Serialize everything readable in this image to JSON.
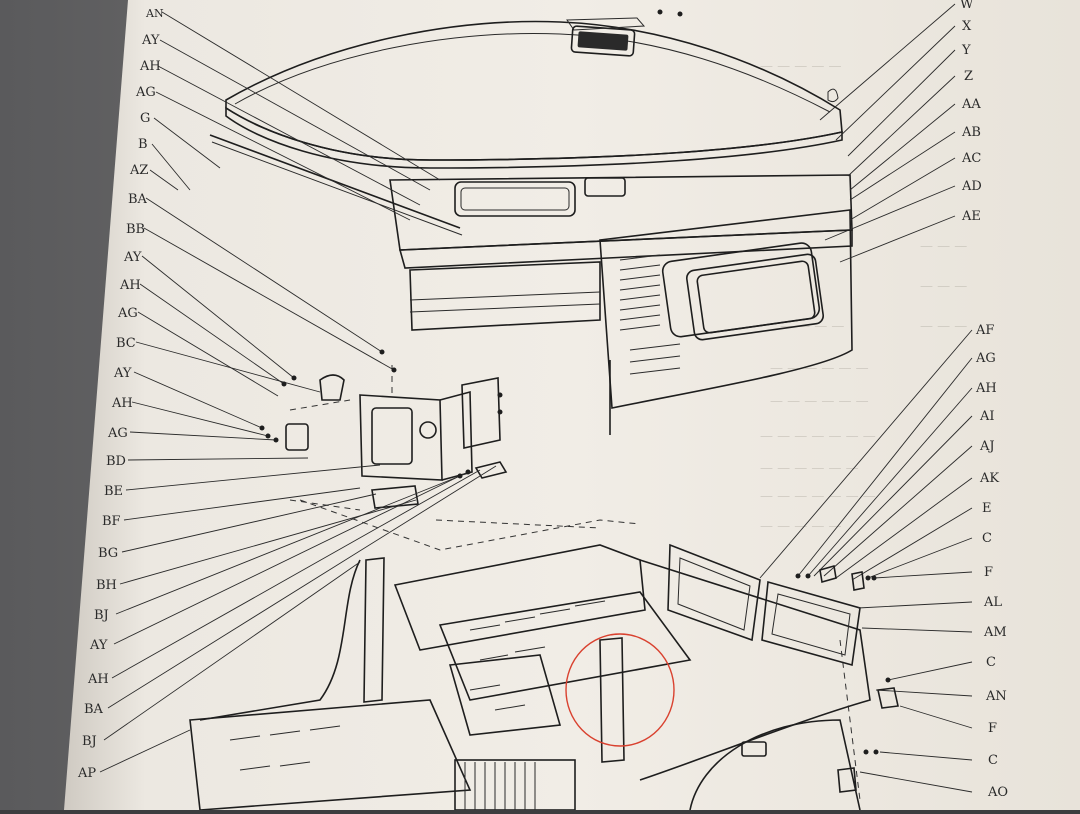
{
  "callouts_left": [
    "AN",
    "AY",
    "AH",
    "AG",
    "G",
    "B",
    "AZ",
    "BA",
    "BB",
    "AY",
    "AH",
    "AG",
    "BC",
    "AY",
    "AH",
    "AG",
    "BD",
    "BE",
    "BF",
    "BG",
    "BH",
    "BJ",
    "AY",
    "AH",
    "BA",
    "BJ",
    "AP"
  ],
  "callouts_right": [
    "W",
    "X",
    "Y",
    "Z",
    "AA",
    "AB",
    "AC",
    "AD",
    "AE",
    "AF",
    "AG",
    "AH",
    "AI",
    "AJ",
    "AK",
    "E",
    "C",
    "F",
    "AL",
    "AM",
    "C",
    "AN",
    "F",
    "C",
    "AO"
  ],
  "annotation_color": "#d9412f"
}
